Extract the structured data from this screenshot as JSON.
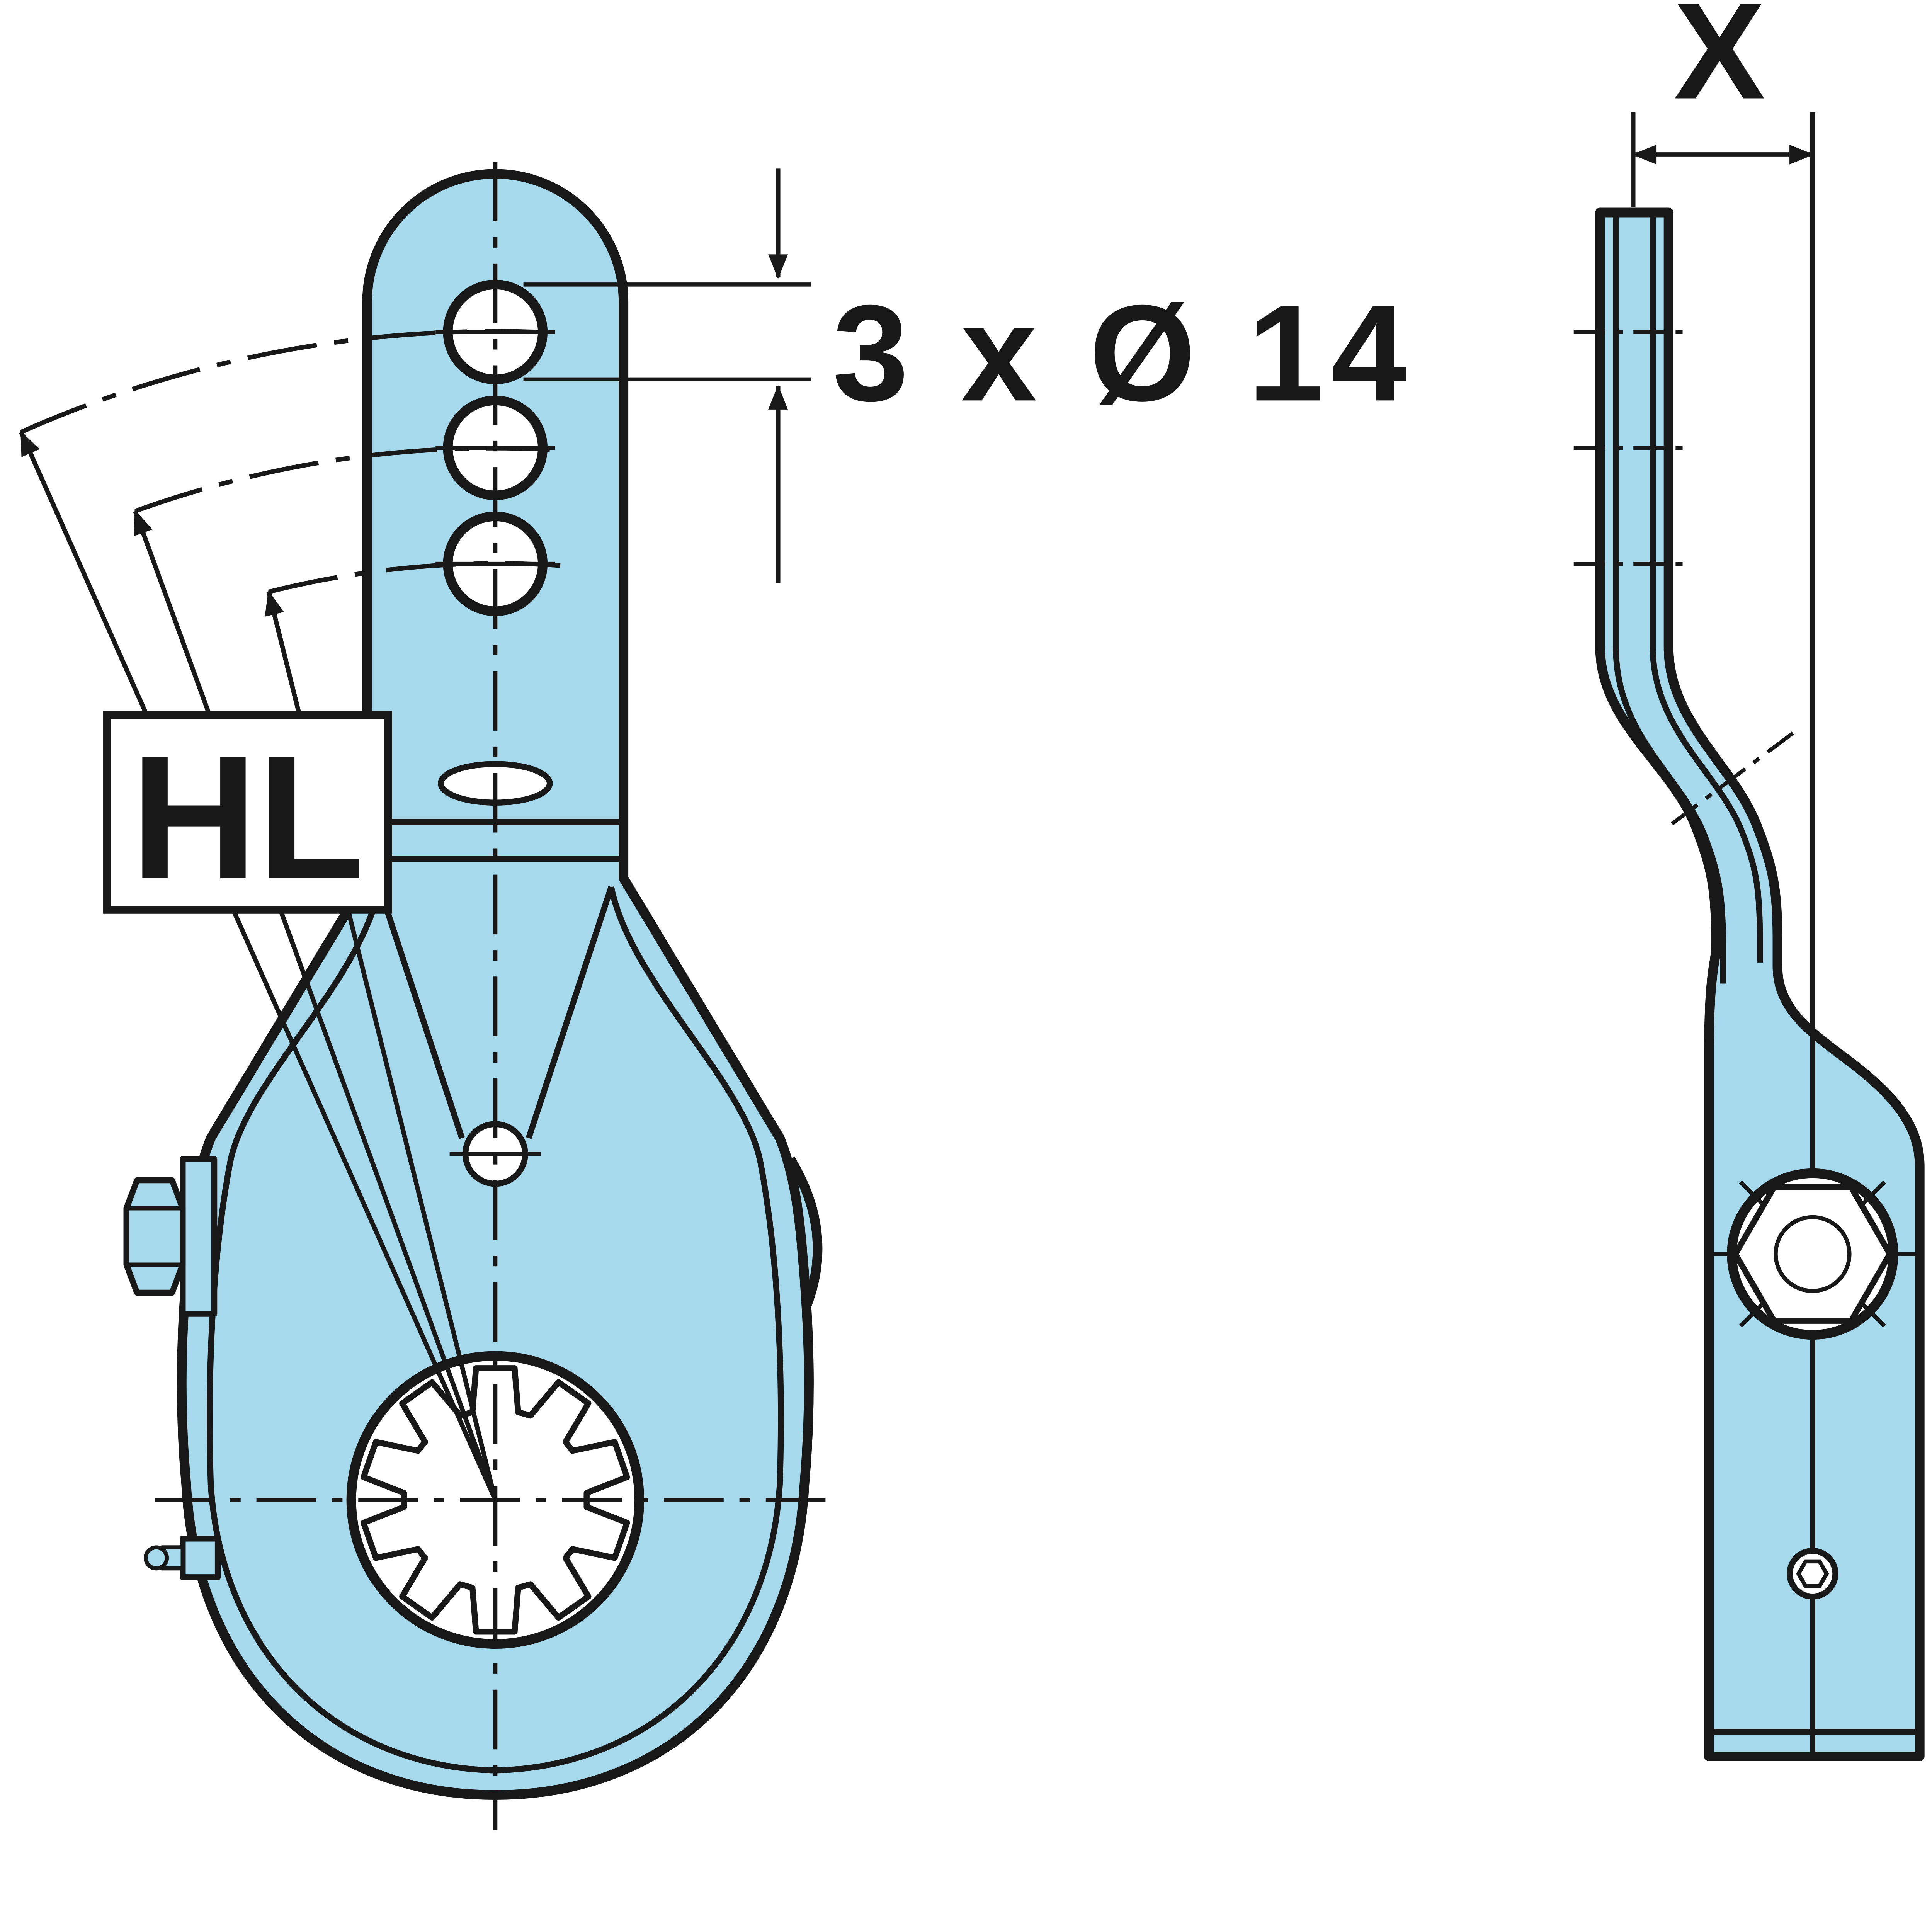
{
  "colors": {
    "part_fill": "#a6d9ec",
    "line_color": "#181818",
    "background": "#ffffff",
    "hole_fill": "#ffffff"
  },
  "labels": {
    "hl_tag": "HL",
    "hole_dimension": "3 x Ø 14",
    "offset_dimension": "X"
  }
}
